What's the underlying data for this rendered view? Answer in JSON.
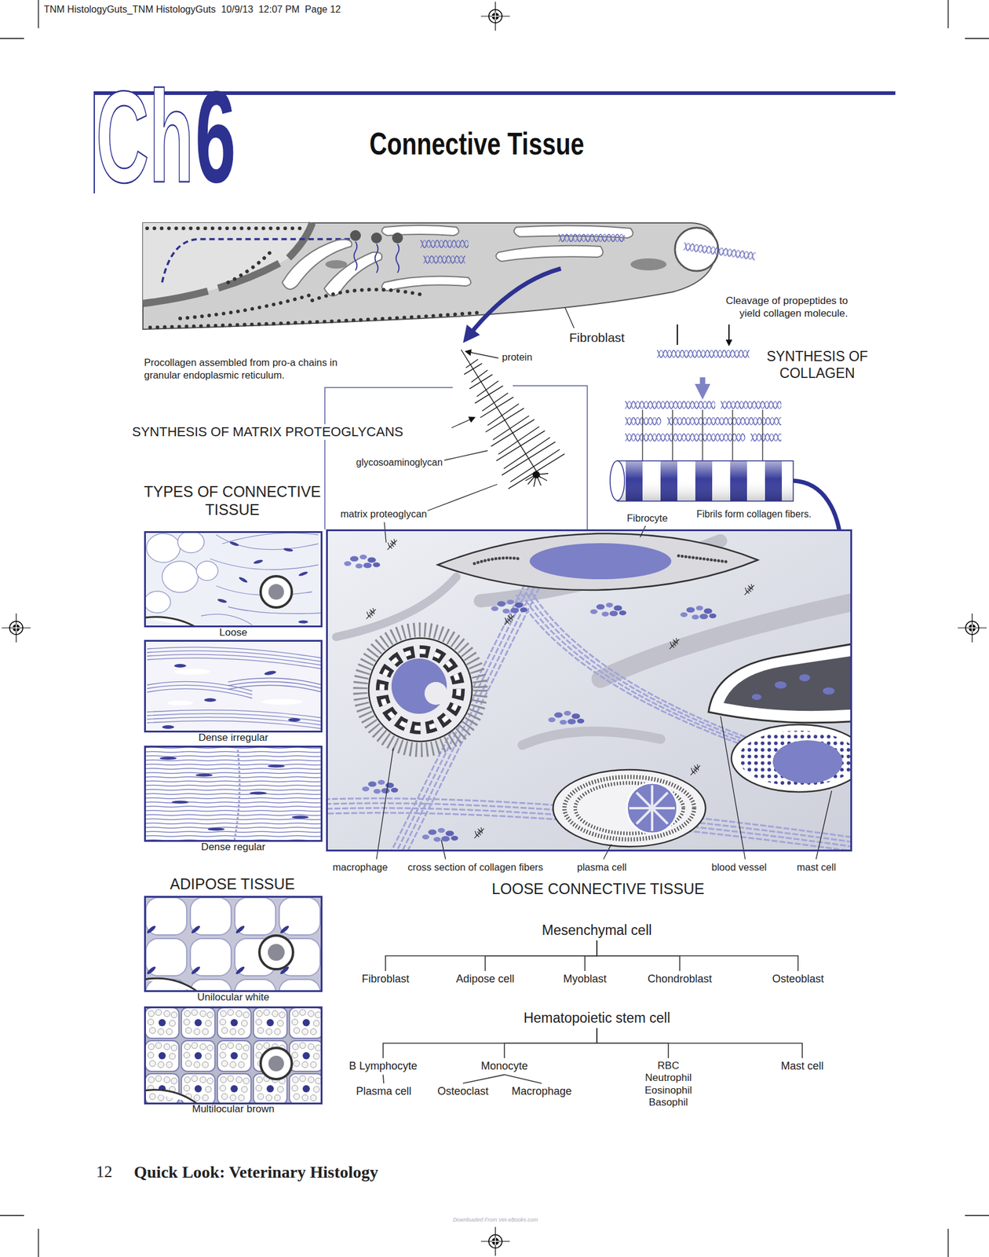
{
  "diagram": {
    "title": "Connective Tissue",
    "nodes": [
      {
        "text": [
          "Loose"
        ]
      },
      {
        "text": [
          "Dense irregular"
        ]
      },
      {
        "text": [
          "Dense regular"
        ]
      },
      {
        "text": [
          "LOOSE CONNECTIVE TISSUE"
        ]
      },
      {
        "text": [
          "Unilocular white"
        ]
      },
      {
        "text": [
          "Multilocular brown"
        ]
      },
      {
        "text": [
          "Mesenchymal cell"
        ]
      },
      {
        "text": [
          "Fibroblast"
        ]
      },
      {
        "text": [
          "Adipose cell"
        ]
      },
      {
        "text": [
          "Myoblast"
        ]
      },
      {
        "text": [
          "Chondroblast"
        ]
      },
      {
        "text": [
          "Osteoblast"
        ]
      },
      {
        "text": [
          "Hematopoietic stem cell"
        ]
      },
      {
        "text": [
          "B Lymphocyte"
        ]
      },
      {
        "text": [
          "Monocyte"
        ]
      },
      {
        "text": [
          "RBC",
          "Neutrophil",
          "Eosinophil",
          "Basophil"
        ]
      },
      {
        "text": [
          "Mast cell"
        ]
      },
      {
        "text": [
          "Plasma cell"
        ]
      },
      {
        "text": [
          "Osteoclast"
        ]
      },
      {
        "text": [
          "Macrophage"
        ]
      }
    ],
    "edges": [
      {
        "from": 6,
        "to": 7,
        "arrow": "none"
      },
      {
        "from": 6,
        "to": 8,
        "arrow": "none"
      },
      {
        "from": 6,
        "to": 9,
        "arrow": "none"
      },
      {
        "from": 6,
        "to": 10,
        "arrow": "none"
      },
      {
        "from": 6,
        "to": 11,
        "arrow": "none"
      },
      {
        "from": 12,
        "to": 13,
        "arrow": "none"
      },
      {
        "from": 12,
        "to": 14,
        "arrow": "none"
      },
      {
        "from": 12,
        "to": 15,
        "arrow": "none"
      },
      {
        "from": 12,
        "to": 16,
        "arrow": "none"
      },
      {
        "from": 13,
        "to": 17,
        "arrow": "none"
      },
      {
        "from": 14,
        "to": 18,
        "arrow": "none"
      },
      {
        "from": 14,
        "to": 19,
        "arrow": "none"
      }
    ],
    "labels": [
      "TNM HistologyGuts_TNM HistologyGuts  10/9/13  12:07 PM  Page 12",
      "Ch",
      "6",
      "Procollagen assembled from pro-a chains in granular endoplasmic reticulum.",
      "protein",
      "Fibroblast",
      "Cleavage of propeptides to yield collagen molecule.",
      "SYNTHESIS OF COLLAGEN",
      "SYNTHESIS OF MATRIX PROTEOGLYCANS",
      "glycosoaminoglycan",
      "TYPES OF CONNECTIVE TISSUE",
      "matrix proteoglycan",
      "Fibrocyte",
      "Fibrils form collagen fibers.",
      "macrophage",
      "cross section of collagen fibers",
      "plasma cell",
      "blood vessel",
      "mast cell",
      "ADIPOSE TISSUE",
      "12",
      "Quick Look: Veterinary Histology",
      "Downloaded From Vet-eBooks.com"
    ]
  }
}
